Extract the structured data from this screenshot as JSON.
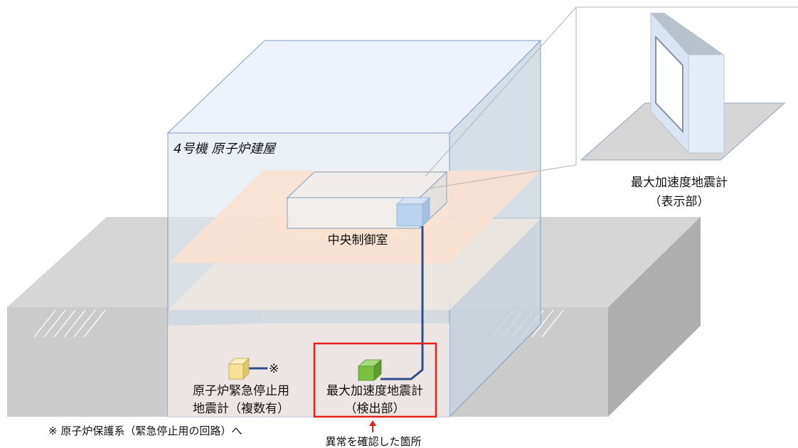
{
  "building_title": "4号機 原子炉建屋",
  "control_room_label": "中央制御室",
  "display_unit": {
    "line1": "最大加速度地震計",
    "line2": "（表示部）"
  },
  "detector_unit": {
    "line1": "最大加速度地震計",
    "line2": "（検出部）"
  },
  "scram_seismometer": {
    "line1": "原子炉緊急停止用",
    "line2": "地震計（複数有）",
    "mark": "※"
  },
  "footnote": "※ 原子炉保護系（緊急停止用の回路）へ",
  "anomaly_label": "異常を確認した箇所",
  "colors": {
    "ground_top": "#d6d6d6",
    "ground_front": "#cbcbcb",
    "ground_side": "#aeaeae",
    "building_front": "#dde6f1",
    "building_edge": "#7f9fc3",
    "control_floor": "#fbe0cf",
    "floor_plate": "#eee6e2",
    "highlight_box": "#e3211c",
    "detector_cube": "#7bbf3f",
    "scram_cube": "#f6e294",
    "display_cube": "#b9d3ee",
    "signal_line": "#2f4e8c",
    "anomaly_arrow": "#e3211c"
  }
}
